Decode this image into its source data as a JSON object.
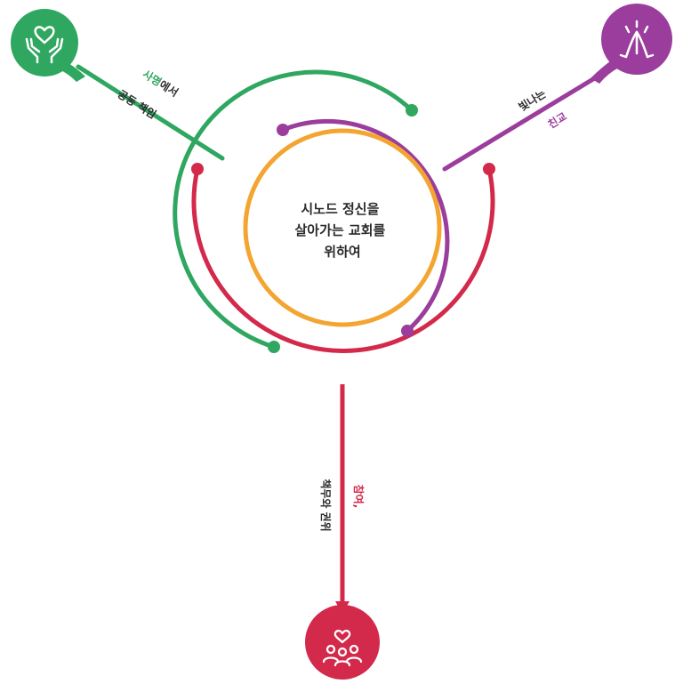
{
  "center": {
    "lines": [
      "시노드 정신을",
      "살아가는 교회를",
      "위하여"
    ]
  },
  "branches": [
    {
      "id": "green",
      "color": "#2fa760",
      "icon": "hands-heart-icon",
      "label_lines": [
        {
          "text": "사명에서",
          "highlight": "사명"
        },
        {
          "text": "공동 책임",
          "highlight": ""
        }
      ]
    },
    {
      "id": "purple",
      "color": "#9b3d9c",
      "icon": "praying-hands-icon",
      "label_lines": [
        {
          "text": "빛나는",
          "highlight": ""
        },
        {
          "text": "친교",
          "highlight": "친교"
        }
      ]
    },
    {
      "id": "red",
      "color": "#d3294a",
      "icon": "people-heart-icon",
      "label_lines": [
        {
          "text": "참여,",
          "highlight": "참여,"
        },
        {
          "text": "책무와 권위",
          "highlight": ""
        }
      ]
    }
  ],
  "colors": {
    "green": "#2fa760",
    "purple": "#9b3d9c",
    "red": "#d3294a",
    "orange": "#f4a531",
    "text": "#2b2b2b"
  }
}
